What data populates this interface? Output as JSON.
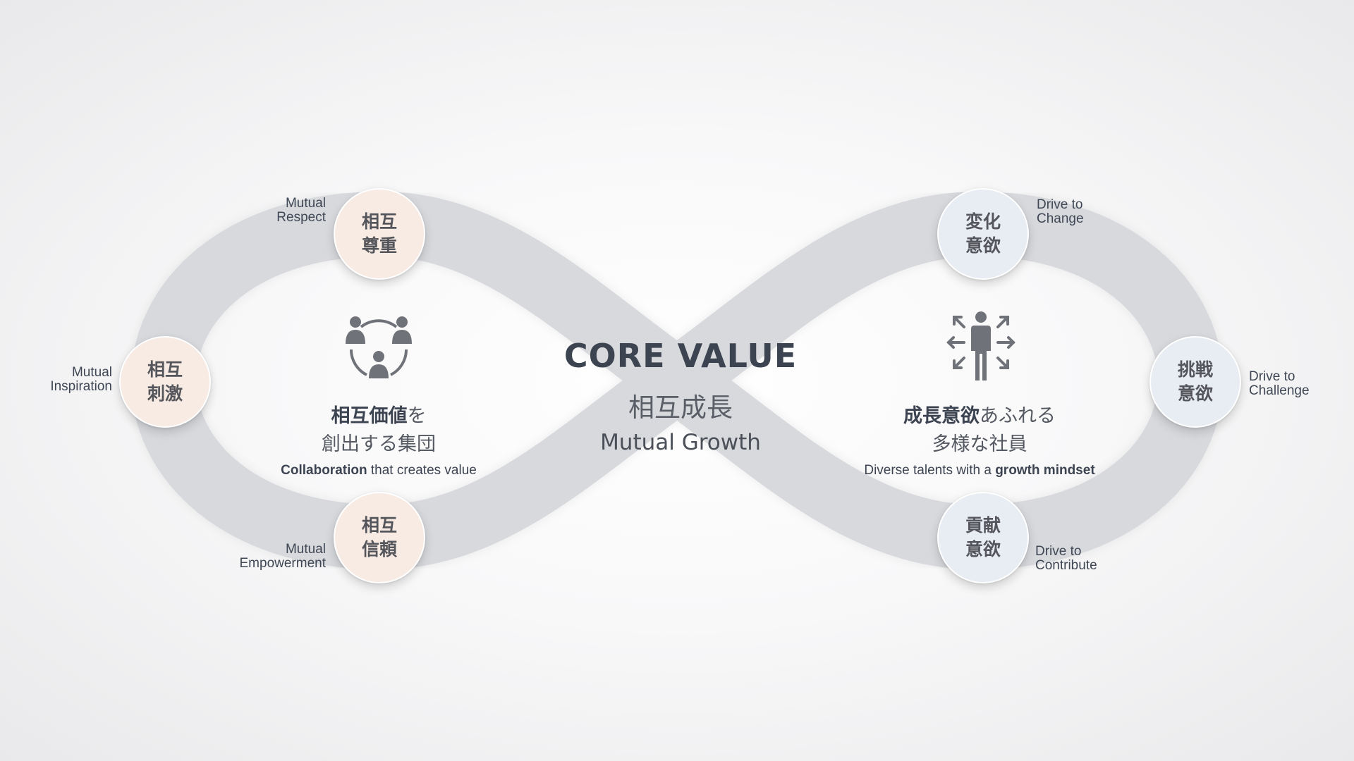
{
  "core": {
    "title": "CORE VALUE",
    "jp": "相互成長",
    "en": "Mutual Growth"
  },
  "left": {
    "jp_strong": "相互価値",
    "jp_rest_1": "を",
    "jp_line2": "創出する集団",
    "en_strong": "Collaboration",
    "en_rest": " that creates value",
    "icon": "team-circle-icon",
    "nodes": [
      {
        "id": "respect",
        "kanji_1": "相互",
        "kanji_2": "尊重",
        "label_1": "Mutual",
        "label_2": "Respect"
      },
      {
        "id": "inspiration",
        "kanji_1": "相互",
        "kanji_2": "刺激",
        "label_1": "Mutual",
        "label_2": "Inspiration"
      },
      {
        "id": "empowerment",
        "kanji_1": "相互",
        "kanji_2": "信頼",
        "label_1": "Mutual",
        "label_2": "Empowerment"
      }
    ]
  },
  "right": {
    "jp_strong": "成長意欲",
    "jp_rest_1": "あふれる",
    "jp_line2": "多様な社員",
    "en_prefix": "Diverse talents with a ",
    "en_strong": "growth mindset",
    "icon": "person-expanding-arrows-icon",
    "nodes": [
      {
        "id": "change",
        "kanji_1": "変化",
        "kanji_2": "意欲",
        "label_1": "Drive to",
        "label_2": "Change"
      },
      {
        "id": "challenge",
        "kanji_1": "挑戦",
        "kanji_2": "意欲",
        "label_1": "Drive to",
        "label_2": "Challenge"
      },
      {
        "id": "contribute",
        "kanji_1": "貢献",
        "kanji_2": "意欲",
        "label_1": "Drive to",
        "label_2": "Contribute"
      }
    ]
  },
  "colors": {
    "loop": "#d7d9dd",
    "warm_node": "#f8ebe4",
    "cool_node": "#e8edf3",
    "text_dark": "#3d4451",
    "icon": "#6f7278"
  }
}
